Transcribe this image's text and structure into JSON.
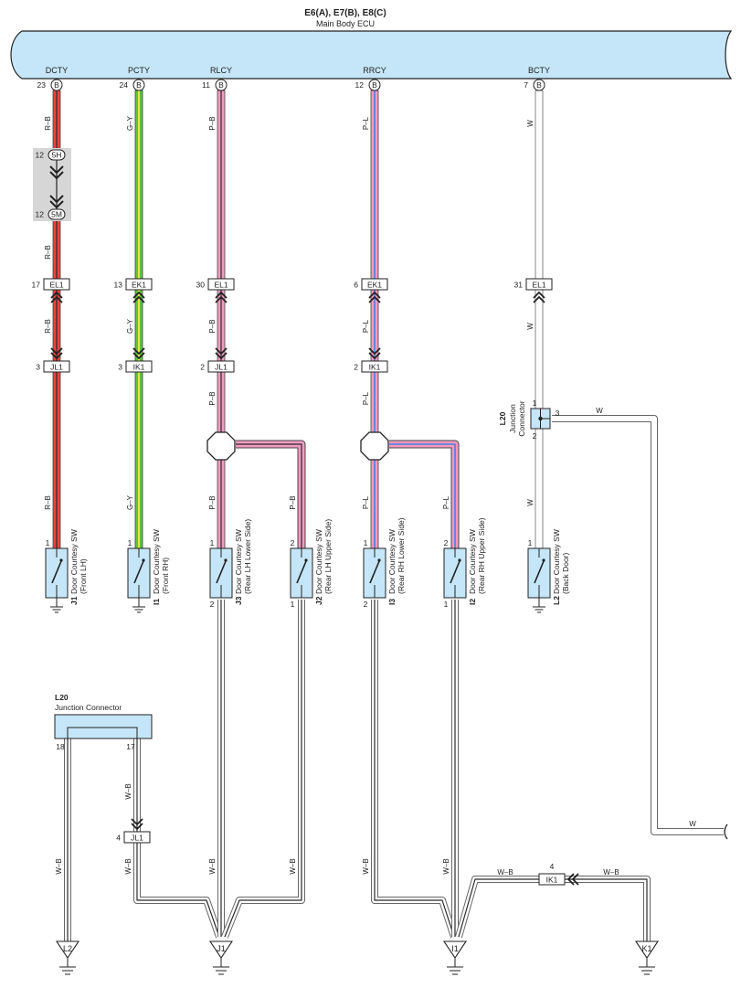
{
  "ecu": {
    "title": "E6(A), E7(B), E8(C)",
    "subtitle": "Main Body ECU",
    "connector_letter": "B",
    "fill_color": "#c5e6f8"
  },
  "terminals": [
    {
      "name": "DCTY",
      "pin": "23"
    },
    {
      "name": "PCTY",
      "pin": "24"
    },
    {
      "name": "RLCY",
      "pin": "11"
    },
    {
      "name": "RRCY",
      "pin": "12"
    },
    {
      "name": "BCTY",
      "pin": "7"
    }
  ],
  "wire_colors": {
    "R-B": {
      "main": "#e8453c",
      "stripe": "#2b2b2b"
    },
    "G-Y": {
      "main": "#5cc440",
      "stripe": "#e3e34a"
    },
    "P-B": {
      "main": "#f29ac0",
      "stripe": "#2b2b2b"
    },
    "P-L": {
      "main": "#f29ac0",
      "stripe": "#4c7de0"
    },
    "W": {
      "main": "#ffffff",
      "stripe": "#ffffff"
    },
    "W-B": {
      "main": "#ffffff",
      "stripe": "#2b2b2b"
    }
  },
  "wire_labels": {
    "rb": "R–B",
    "gy": "G–Y",
    "pb": "P–B",
    "pl": "P–L",
    "w": "W",
    "wb": "W–B"
  },
  "connectors": {
    "c5h": {
      "code": "5H",
      "pin": "12"
    },
    "c5m": {
      "code": "5M",
      "pin": "12"
    },
    "el1_a": {
      "code": "EL1",
      "pin": "17"
    },
    "ek1_a": {
      "code": "EK1",
      "pin": "13"
    },
    "el1_b": {
      "code": "EL1",
      "pin": "30"
    },
    "ek1_b": {
      "code": "EK1",
      "pin": "6"
    },
    "el1_c": {
      "code": "EL1",
      "pin": "31"
    },
    "jl1_a": {
      "code": "JL1",
      "pin": "3"
    },
    "ik1_a": {
      "code": "IK1",
      "pin": "3"
    },
    "jl1_b": {
      "code": "JL1",
      "pin": "2"
    },
    "ik1_b": {
      "code": "IK1",
      "pin": "2"
    },
    "jl1_c": {
      "code": "JL1",
      "pin": "4"
    },
    "ik1_c": {
      "code": "IK1",
      "pin": "4"
    }
  },
  "switches": [
    {
      "id": "J1",
      "label": "Door Courtesy SW",
      "sub": "(Front LH)",
      "top_pin": "1",
      "bottom_pin": ""
    },
    {
      "id": "I1",
      "label": "Door Courtesy SW",
      "sub": "(Front RH)",
      "top_pin": "1",
      "bottom_pin": ""
    },
    {
      "id": "J3",
      "label": "Door Courtesy SW",
      "sub": "(Rear LH Lower Side)",
      "top_pin": "1",
      "bottom_pin": "2"
    },
    {
      "id": "J2",
      "label": "Door Courtesy SW",
      "sub": "(Rear LH Upper Side)",
      "top_pin": "2",
      "bottom_pin": "1"
    },
    {
      "id": "I3",
      "label": "Door Courtesy SW",
      "sub": "(Rear RH Lower Side)",
      "top_pin": "1",
      "bottom_pin": "2"
    },
    {
      "id": "I2",
      "label": "Door Courtesy SW",
      "sub": "(Rear RH Upper Side)",
      "top_pin": "2",
      "bottom_pin": "1"
    },
    {
      "id": "L2",
      "label": "Door Courtesy SW",
      "sub": "(Back Door)",
      "top_pin": "1",
      "bottom_pin": ""
    }
  ],
  "junction_small": {
    "id": "L20",
    "label": "Junction",
    "label2": "Connector",
    "pin_top": "1",
    "pin_right": "3",
    "pin_bottom": "2"
  },
  "junction_large": {
    "id": "L20",
    "label": "Junction Connector",
    "pin_left": "18",
    "pin_right": "17"
  },
  "grounds": [
    "L2",
    "J1",
    "I1",
    "K1"
  ]
}
